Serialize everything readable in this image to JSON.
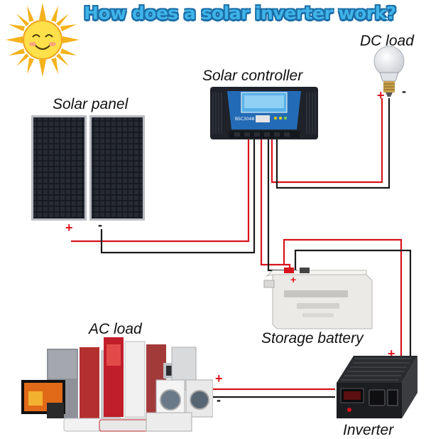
{
  "title": "How does a solar inverter work?",
  "labels": {
    "dc_load": "DC load",
    "solar_controller": "Solar controller",
    "solar_panel": "Solar panel",
    "ac_load": "AC load",
    "storage_battery": "Storage battery",
    "inverter": "Inverter"
  },
  "controller_model": "BSC3048",
  "signs": {
    "plus": "+",
    "minus": "-"
  },
  "colors": {
    "title": "#3fb4e8",
    "title_outline": "#1c6fa8",
    "wire_positive": "#d7141c",
    "wire_negative": "#1a1a1a",
    "sun": "#f6b21b",
    "controller_body": "#1f2329",
    "controller_screen": "#2a8ad8",
    "battery": "#eceae6",
    "inverter": "#2a2c30"
  },
  "icons": [
    "sun-icon",
    "light-bulb-icon",
    "solar-panel-icon",
    "solar-controller-icon",
    "battery-icon",
    "inverter-icon",
    "appliances-icon"
  ]
}
